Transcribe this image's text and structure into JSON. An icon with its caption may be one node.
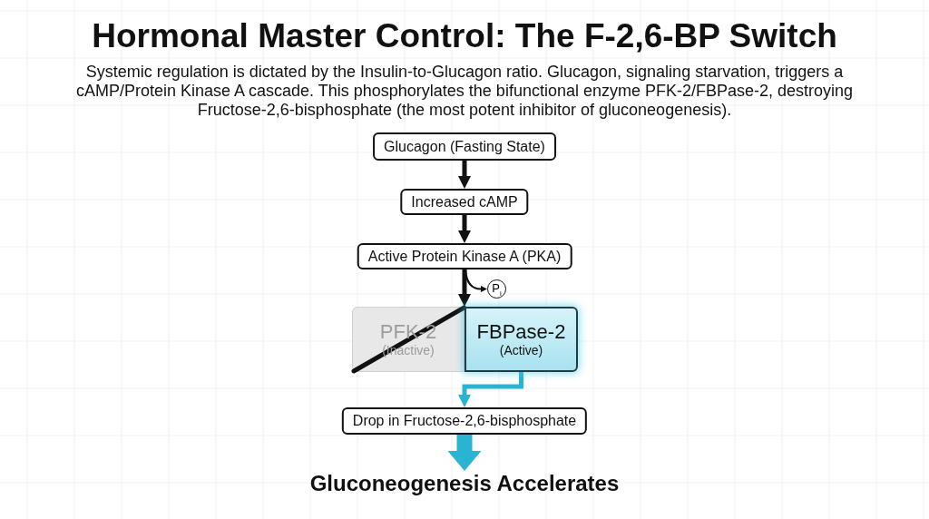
{
  "diagram": {
    "title": "Hormonal Master Control: The F-2,6-BP Switch",
    "nodes": [
      {
        "text": [
          "Glucagon (Fasting State)"
        ]
      },
      {
        "text": [
          "Increased cAMP"
        ]
      },
      {
        "text": [
          "Active Protein Kinase A (PKA)"
        ]
      },
      {
        "text": [
          "P$_{i}$"
        ]
      },
      {
        "text": [
          "PFK-2",
          "(Inactive)"
        ]
      },
      {
        "text": [
          "FBPase-2",
          "(Active)"
        ]
      },
      {
        "text": [
          "Drop in Fructose-2,6-bisphosphate"
        ]
      },
      {
        "text": [
          "Gluconeogenesis Accelerates"
        ]
      }
    ],
    "edges": [
      {
        "from": 0,
        "to": 1,
        "arrow": "to"
      },
      {
        "from": 1,
        "to": 2,
        "arrow": "to"
      },
      {
        "from": 2,
        "to": 3,
        "arrow": "to"
      },
      {
        "from": 2,
        "to": 5,
        "arrow": "to"
      },
      {
        "from": 5,
        "to": 6,
        "arrow": "to",
        "color": "#2bb4d2"
      },
      {
        "from": 6,
        "to": 7,
        "arrow": "to",
        "style": "thick",
        "color": "#2bb4d2"
      }
    ],
    "labels": [
      "Systemic regulation is dictated by the Insulin-to-Glucagon ratio. Glucagon, signaling starvation, triggers a cAMP/Protein Kinase A cascade. This phosphorylates the bifunctional enzyme PFK-2/FBPase-2, destroying Fructose-2,6-bisphosphate (the most potent inhibitor of gluconeogenesis)."
    ]
  }
}
